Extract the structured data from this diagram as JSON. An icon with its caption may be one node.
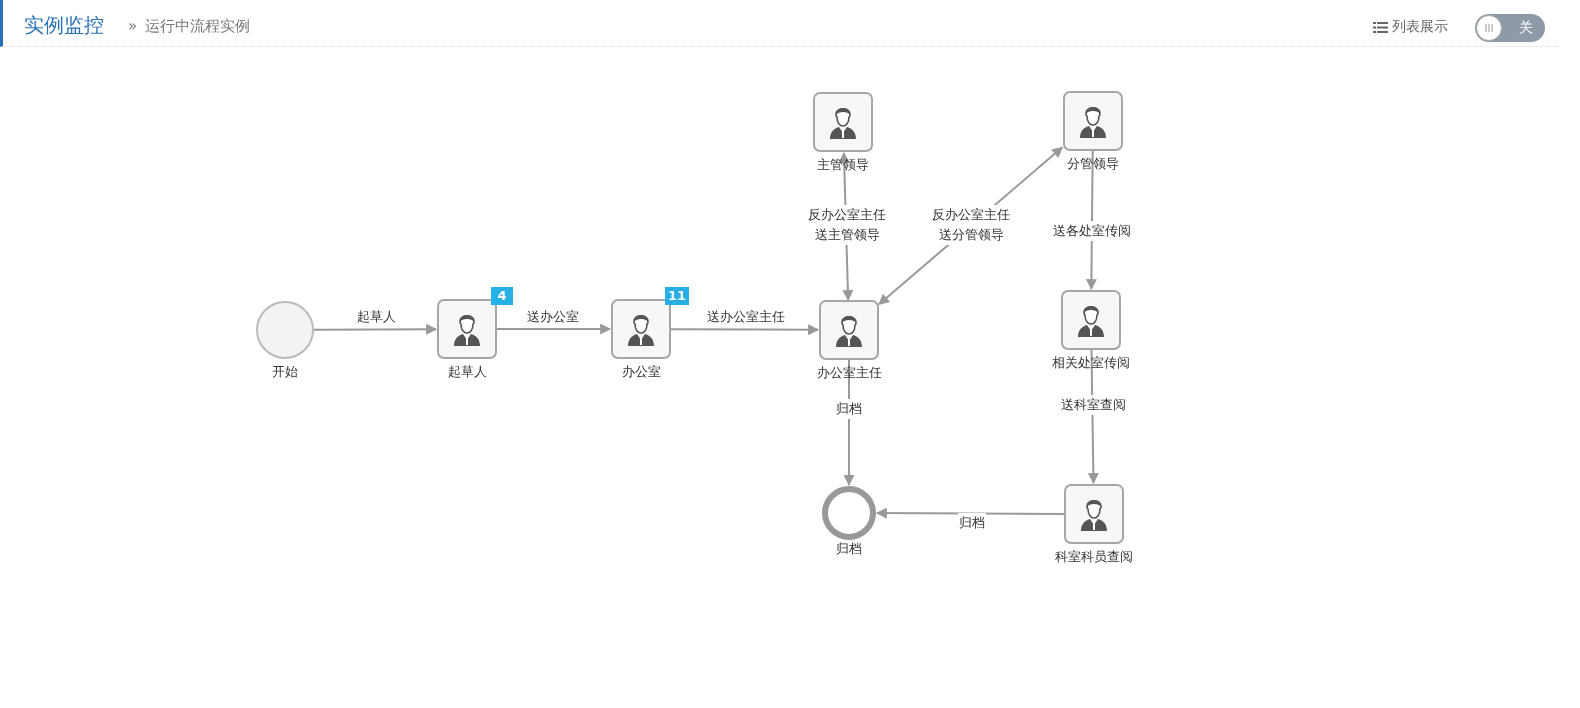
{
  "diagram": {
    "title": "实例监控",
    "nodes": [
      {
        "text": [
          "开始"
        ]
      },
      {
        "text": [
          "起草人"
        ],
        "beside": [
          "4"
        ]
      },
      {
        "text": [
          "办公室"
        ],
        "beside": [
          "11"
        ]
      },
      {
        "text": [
          "办公室主任"
        ]
      },
      {
        "text": [
          "主管领导"
        ]
      },
      {
        "text": [
          "分管领导"
        ]
      },
      {
        "text": [
          "相关处室传阅"
        ]
      },
      {
        "text": [
          "科室科员查阅"
        ]
      },
      {
        "text": [
          "归档"
        ]
      }
    ],
    "edges": [
      {
        "from": 0,
        "to": 1,
        "arrow": "to",
        "label": "起草人"
      },
      {
        "from": 1,
        "to": 2,
        "arrow": "to",
        "label": "送办公室"
      },
      {
        "from": 2,
        "to": 3,
        "arrow": "to",
        "label": "送办公室主任"
      },
      {
        "from": 3,
        "to": 4,
        "arrow": "both",
        "label": "反办公室主任送主管领导"
      },
      {
        "from": 3,
        "to": 5,
        "arrow": "both",
        "label": "反办公室主任送分管领导"
      },
      {
        "from": 5,
        "to": 6,
        "arrow": "to",
        "label": "送各处室传阅"
      },
      {
        "from": 6,
        "to": 7,
        "arrow": "to",
        "label": "送科室查阅"
      },
      {
        "from": 3,
        "to": 8,
        "arrow": "to",
        "label": "归档"
      },
      {
        "from": 7,
        "to": 8,
        "arrow": "to",
        "label": "归档"
      }
    ],
    "labels": [
      "»",
      "运行中流程实例",
      "列表展示",
      "关"
    ]
  }
}
